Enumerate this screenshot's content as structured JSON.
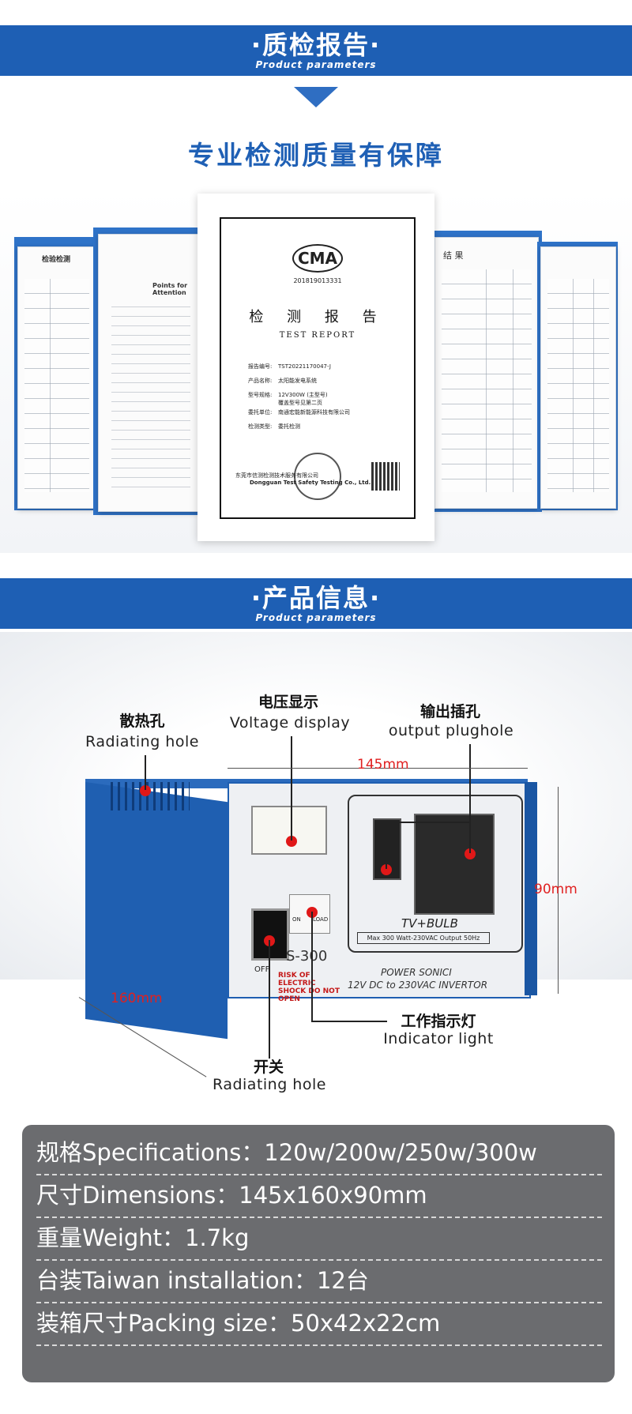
{
  "section_quality": {
    "title": "·质检报告·",
    "subtitle": "Product parameters"
  },
  "quality_slogan": "专业检测质量有保障",
  "report": {
    "cma_mark": "CMA",
    "cma_number": "201819013331",
    "title_cn": "检 测 报 告",
    "title_en": "TEST REPORT",
    "fields": [
      {
        "key": "报告编号:",
        "value": "TST20221170047-J"
      },
      {
        "key": "产品名称:",
        "value": "太阳能发电系统"
      },
      {
        "key": "型号规格:",
        "value": "12V300W (主型号)"
      },
      {
        "key": "",
        "value": "覆盖型号见第二页"
      },
      {
        "key": "委托单位:",
        "value": "南通宏能新能源科技有限公司"
      },
      {
        "key": "检测类型:",
        "value": "委托检测"
      }
    ],
    "company_cn": "东莞市信测检测技术服务有限公司",
    "company_en": "Dongguan Test Safety Testing Co., Ltd."
  },
  "doc_left": {
    "header": "检验检测",
    "page_title": "Points for Attention"
  },
  "doc_right": {
    "header": "结 果"
  },
  "section_product": {
    "title": "·产品信息·",
    "subtitle": "Product parameters"
  },
  "callouts": {
    "radiating_hole_cn": "散热孔",
    "radiating_hole_en": "Radiating hole",
    "voltage_cn": "电压显示",
    "voltage_en": "Voltage display",
    "output_cn": "输出插孔",
    "output_en": "output plughole",
    "indicator_cn": "工作指示灯",
    "indicator_en": "Indicator light",
    "switch_cn": "开关",
    "switch_en": "Radiating hole"
  },
  "dimensions": {
    "width": "145mm",
    "height": "90mm",
    "depth": "160mm"
  },
  "device": {
    "tv_bulb": "TV+BULB",
    "max_label": "Max 300 Watt-230VAC Output 50Hz",
    "model": "S-300",
    "brand": "POWER SONICI",
    "inverter": "12V DC to 230VAC INVERTOR",
    "warning": "RISK OF ELECTRIC SHOCK DO NOT OPEN",
    "on": "ON",
    "load": "LOAD",
    "off": "OFF"
  },
  "specs": [
    {
      "text": "规格Specifications：120w/200w/250w/300w"
    },
    {
      "text": "尺寸Dimensions：145x160x90mm"
    },
    {
      "text": "重量Weight：1.7kg"
    },
    {
      "text": "台装Taiwan installation：12台"
    },
    {
      "text": "装箱尺寸Packing size：50x42x22cm"
    }
  ],
  "colors": {
    "banner": "#1e5fb4",
    "accent_red": "#e02020",
    "spec_panel": "#6b6c6f"
  }
}
